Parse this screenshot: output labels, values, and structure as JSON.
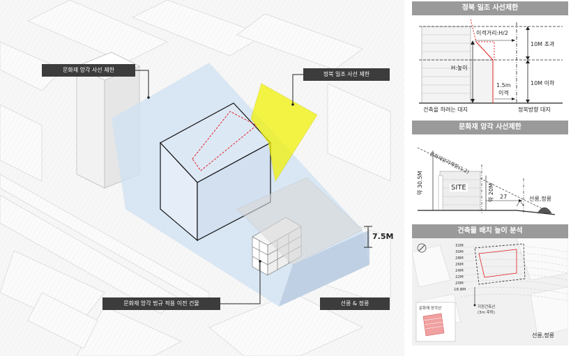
{
  "main": {
    "callouts": {
      "heritage_view": "문화재 앙각 사선 제한",
      "north_daylight": "정북 일조 사선 제한",
      "existing_building": "문화재 앙각 법규 적용 이전 건물",
      "royal_tomb": "선릉 & 정릉"
    },
    "height_dim": "7.5M"
  },
  "panels": {
    "north": {
      "title": "정북 일조 사선제한",
      "distance": "이격거리:H/2",
      "height": "H:높이",
      "over10": "10M 초과",
      "setback_value": "1.5m",
      "setback_word": "이격",
      "under10": "10M 이하",
      "site_lot": "건축을 하려는 대지",
      "north_lot": "정북방향 대지"
    },
    "heritage": {
      "title": "문화재 앙각 사선제한",
      "line_label": "문화재앙각제한(1:2)",
      "height_left": "약 30.5M",
      "site": "SITE",
      "height_right": "약 20M",
      "distance": "27",
      "tomb": "선릉,정릉"
    },
    "analysis": {
      "title": "건축물 배치 높이 분석",
      "levels": [
        "32M",
        "30M",
        "28M",
        "26M",
        "24M",
        "22M",
        "20M",
        "18.8M"
      ],
      "setback_line": "지정건축선",
      "setback_note": "(3m 후퇴)",
      "inset_title": "문화재 앙각선",
      "tomb": "선릉,정릉"
    }
  }
}
